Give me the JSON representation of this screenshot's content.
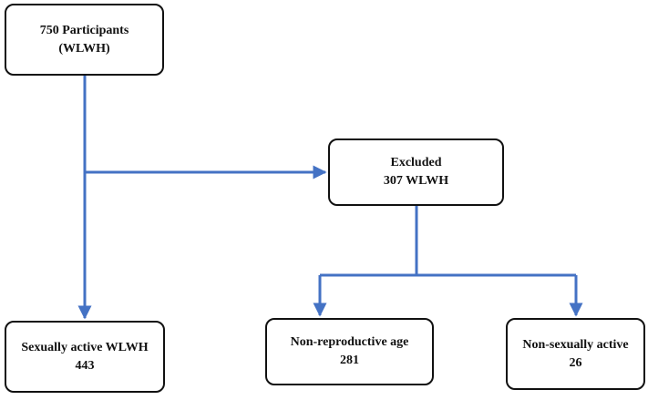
{
  "colors": {
    "connector": "#4472C4",
    "box_border": "#111111",
    "text": "#111111"
  },
  "nodes": {
    "participants": {
      "line1": "750 Participants",
      "line2": "(WLWH)"
    },
    "excluded": {
      "line1": "Excluded",
      "line2": "307 WLWH"
    },
    "sexually_active": {
      "line1": "Sexually active WLWH",
      "line2": "443"
    },
    "non_reproductive": {
      "line1": "Non-reproductive age",
      "line2": "281"
    },
    "non_sexually_active": {
      "line1": "Non-sexually active",
      "line2": "26"
    }
  }
}
